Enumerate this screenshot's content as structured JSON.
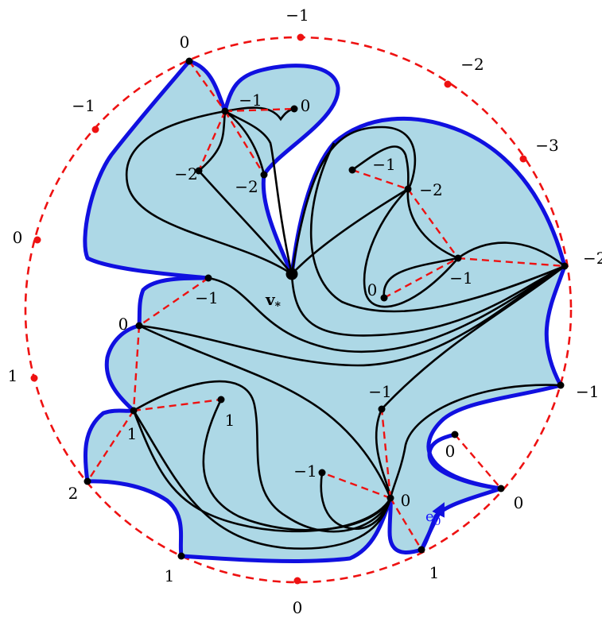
{
  "diagram": {
    "special_vertex": {
      "symbol": "v",
      "subscript": "*"
    },
    "edge_label": {
      "symbol": "e",
      "subscript": "0"
    },
    "outer_labels": [
      "−1",
      "−2",
      "−3",
      "−2",
      "−1",
      "0",
      "1",
      "0",
      "1",
      "2",
      "1",
      "0",
      "−1"
    ],
    "vertex_labels": [
      "0",
      "−1",
      "0",
      "−2",
      "−2",
      "−1",
      "−2",
      "−1",
      "0",
      "−1",
      "0",
      "1",
      "1",
      "2",
      "1",
      "−1",
      "−1",
      "0",
      "0",
      "1",
      "0",
      "−1",
      "−2"
    ],
    "colors": {
      "region_fill": "#add8e6",
      "boundary": "#1010e0",
      "tree_dashed": "#ee1111",
      "edges": "#000000"
    }
  }
}
